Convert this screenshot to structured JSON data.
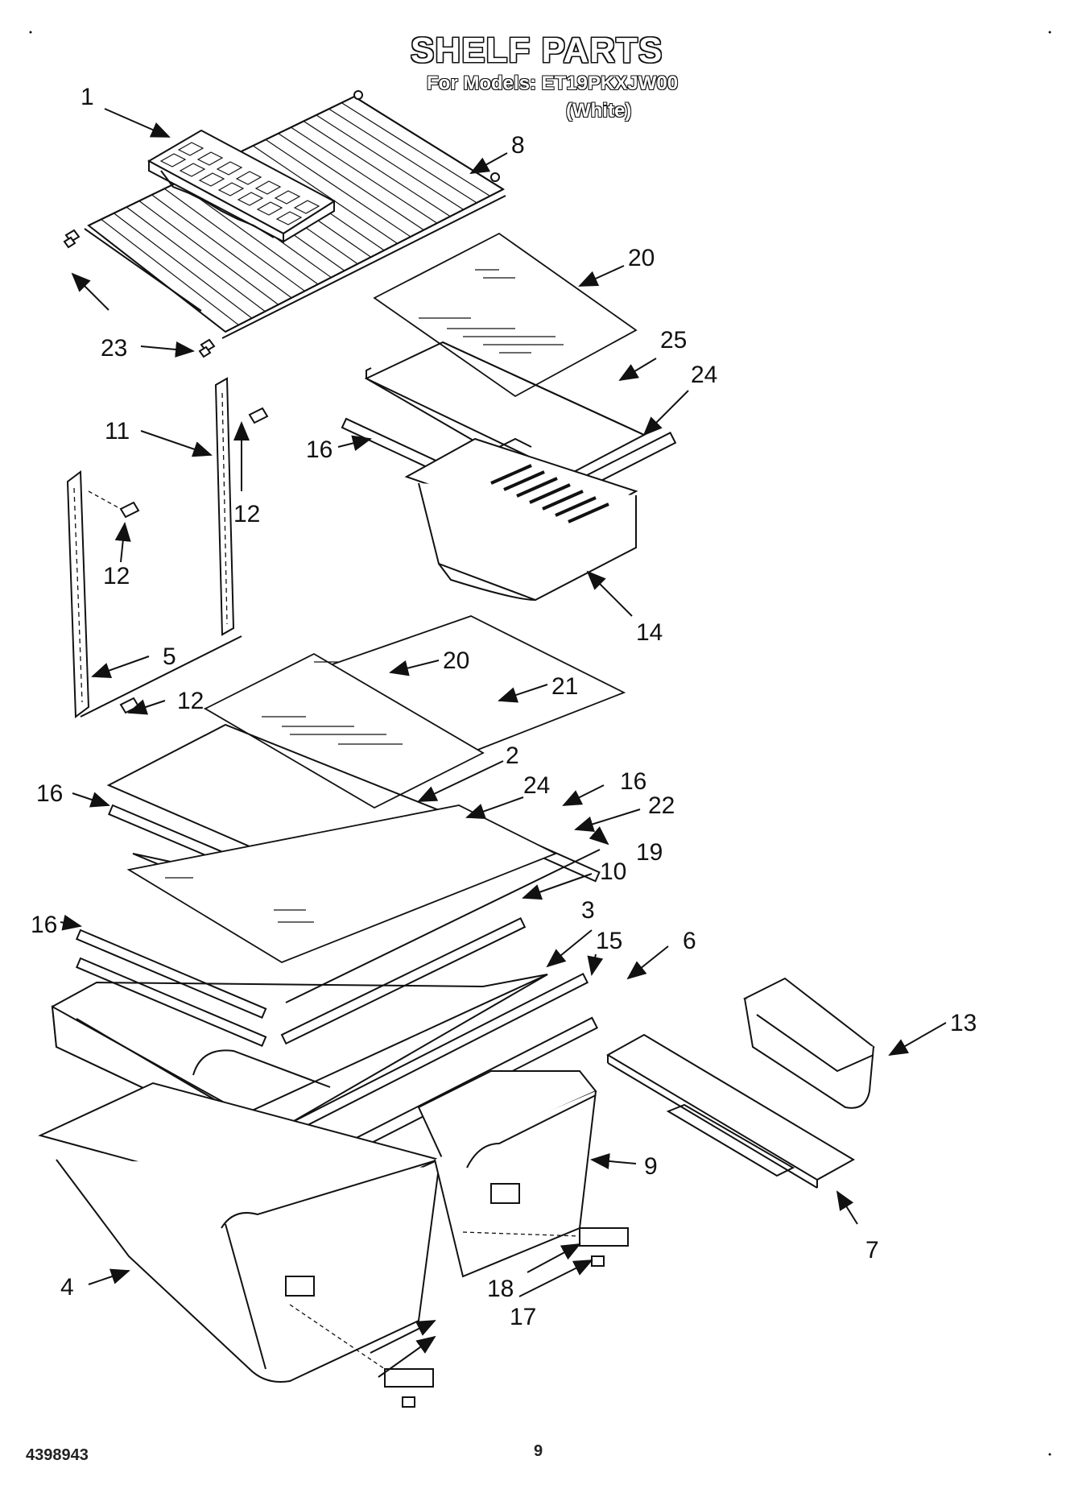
{
  "header": {
    "title": "SHELF PARTS",
    "models": "For Models: ET19PKXJW00",
    "color_note": "(White)"
  },
  "footer": {
    "doc_number": "4398943",
    "page_number": "9"
  },
  "callouts": {
    "c1": "1",
    "c8": "8",
    "c20a": "20",
    "c23": "23",
    "c25": "25",
    "c24a": "24",
    "c11": "11",
    "c16a": "16",
    "c12a": "12",
    "c12b": "12",
    "c14": "14",
    "c5": "5",
    "c12c": "12",
    "c20b": "20",
    "c21": "21",
    "c2": "2",
    "c16b": "16",
    "c24b": "24",
    "c16c": "16",
    "c22": "22",
    "c19": "19",
    "c10": "10",
    "c16d": "16",
    "c3": "3",
    "c15": "15",
    "c6": "6",
    "c13": "13",
    "c9": "9",
    "c7": "7",
    "c4": "4",
    "c18": "18",
    "c17": "17"
  }
}
